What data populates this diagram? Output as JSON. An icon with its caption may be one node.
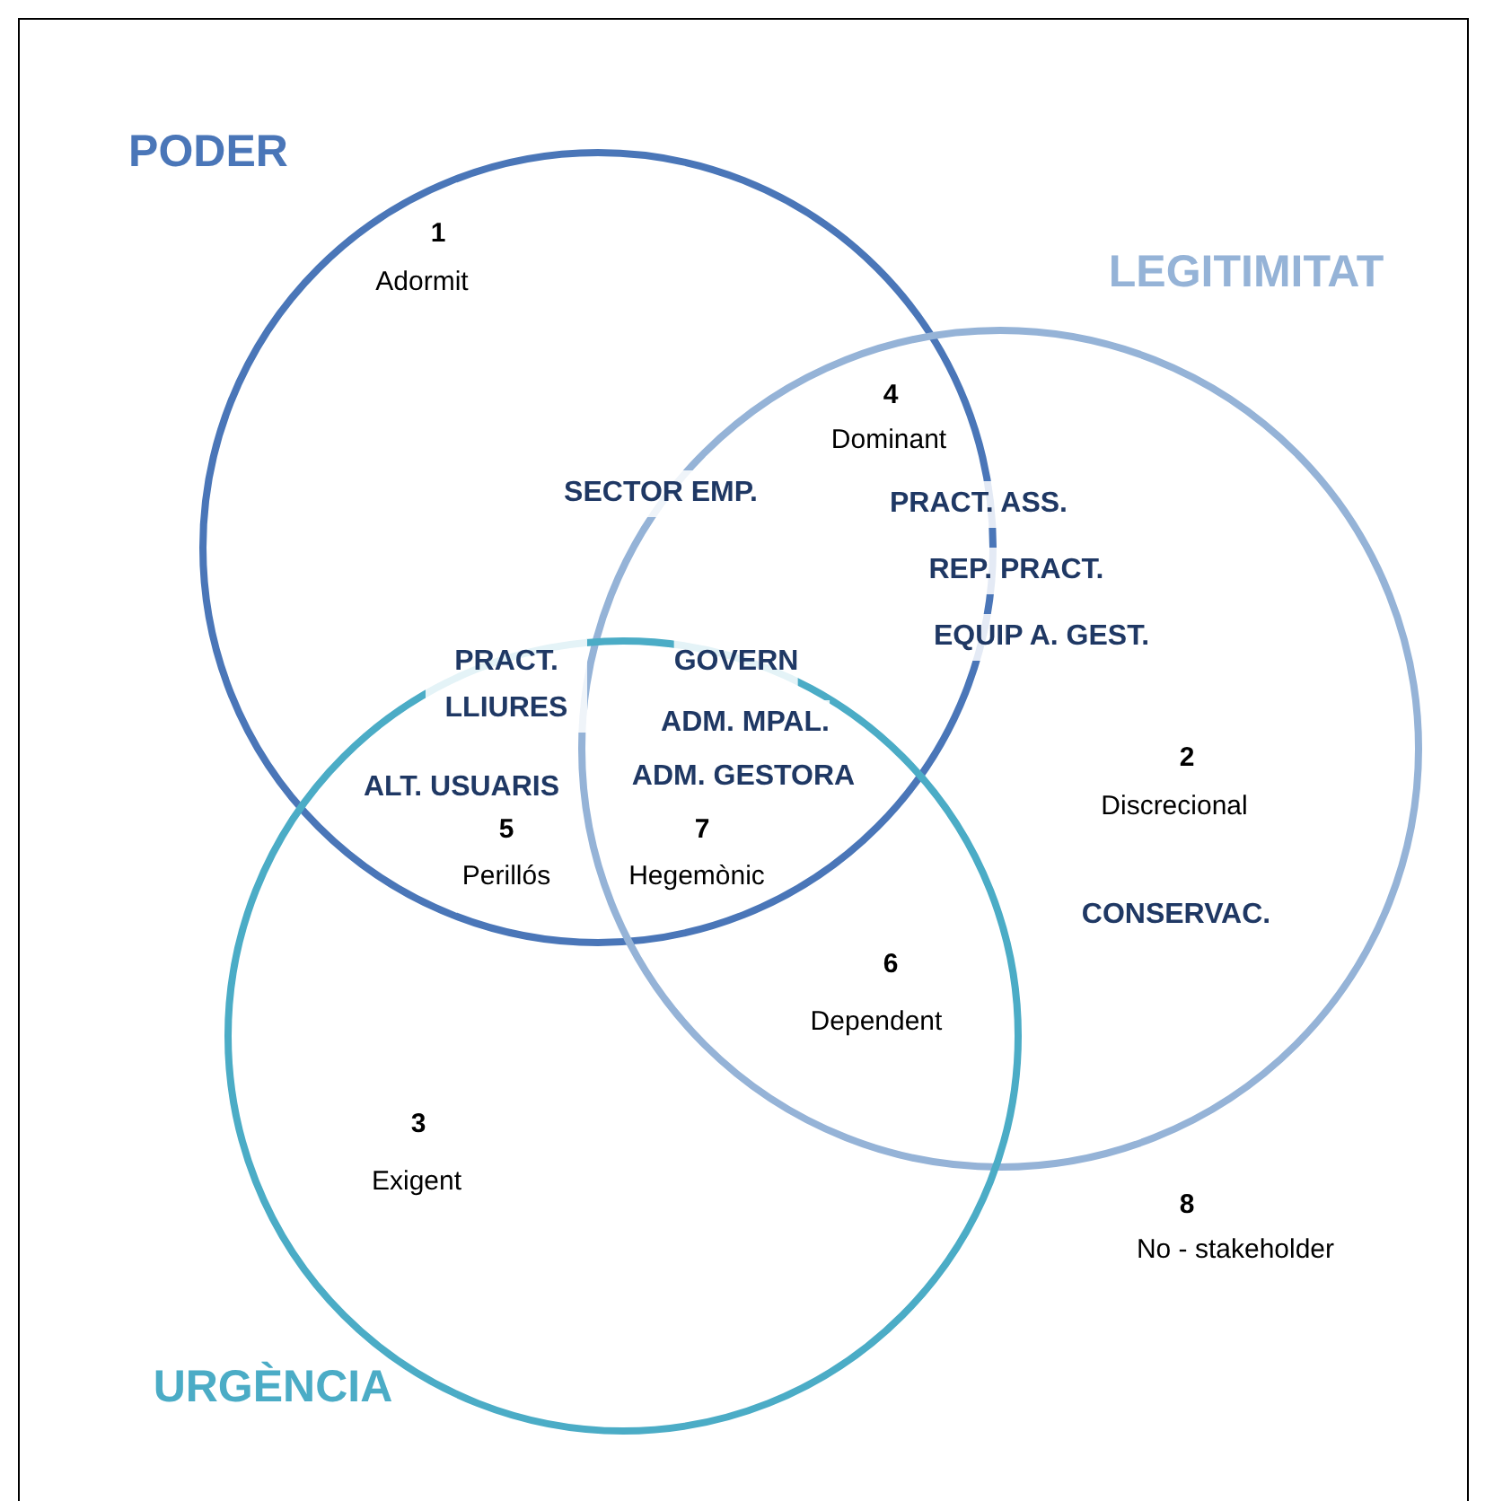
{
  "diagram": {
    "nodes": [
      {
        "text": [
          "PODER"
        ]
      },
      {
        "text": [
          "LEGITIMITAT"
        ]
      },
      {
        "text": [
          "URGÈNCIA"
        ]
      }
    ],
    "labels": [
      "1",
      "Adormit",
      "4",
      "Dominant",
      "SECTOR EMP.",
      "PRACT. ASS.",
      "REP. PRACT.",
      "EQUIP A. GEST.",
      "GOVERN",
      "PRACT. LLIURES",
      "ADM. MPAL.",
      "2",
      "ALT. USUARIS",
      "ADM. GESTORA",
      "Discrecional",
      "5",
      "7",
      "Perillós",
      "Hegemònic",
      "CONSERVAC.",
      "6",
      "Dependent",
      "3",
      "Exigent",
      "8",
      "No - stakeholder"
    ]
  }
}
